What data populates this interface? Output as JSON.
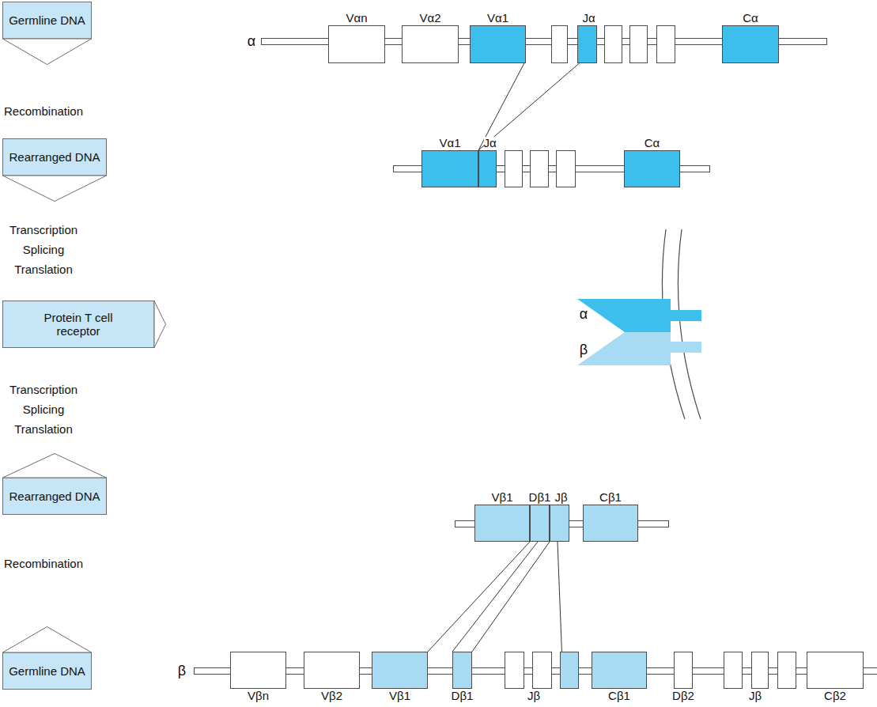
{
  "diagram": {
    "nodes": [
      {
        "text": [
          "Germline DNA"
        ]
      },
      {
        "text": [
          "Vαn"
        ]
      },
      {
        "text": [
          "Vα2"
        ]
      },
      {
        "text": [
          "Vα1"
        ]
      },
      {
        "text": [
          "Jα"
        ]
      },
      {
        "text": [
          "Cα"
        ]
      },
      {
        "text": [
          "Rearranged DNA"
        ]
      },
      {
        "text": [
          "Vα1"
        ]
      },
      {
        "text": [
          "Jα"
        ]
      },
      {
        "text": [
          "Cα"
        ]
      },
      {
        "text": [
          "Protein T cell receptor"
        ]
      },
      {
        "text": [
          "Rearranged DNA"
        ]
      },
      {
        "text": [
          "Vβ1"
        ]
      },
      {
        "text": [
          "Dβ1"
        ]
      },
      {
        "text": [
          "Jβ"
        ]
      },
      {
        "text": [
          "Cβ1"
        ]
      },
      {
        "text": [
          "Germline DNA"
        ]
      },
      {
        "text": [
          "Vβn"
        ]
      },
      {
        "text": [
          "Vβ2"
        ]
      },
      {
        "text": [
          "Vβ1"
        ]
      },
      {
        "text": [
          "Dβ1"
        ]
      },
      {
        "text": [
          "Jβ"
        ]
      },
      {
        "text": [
          "Cβ1"
        ]
      },
      {
        "text": [
          "Dβ2"
        ]
      },
      {
        "text": [
          "Jβ"
        ]
      },
      {
        "text": [
          "Cβ2"
        ]
      }
    ],
    "edges": [
      {
        "from": 3,
        "to": 7,
        "arrow": "none"
      },
      {
        "from": 4,
        "to": 8,
        "arrow": "none"
      },
      {
        "from": 19,
        "to": 12,
        "arrow": "none"
      },
      {
        "from": 20,
        "to": 13,
        "arrow": "none"
      },
      {
        "from": 20,
        "to": 13,
        "arrow": "none"
      },
      {
        "from": 21,
        "to": 14,
        "arrow": "none"
      }
    ],
    "labels": [
      "α",
      "Recombination",
      "Transcription Splicing Translation",
      "α",
      "β",
      "Transcription Splicing Translation",
      "Recombination",
      "β"
    ]
  }
}
